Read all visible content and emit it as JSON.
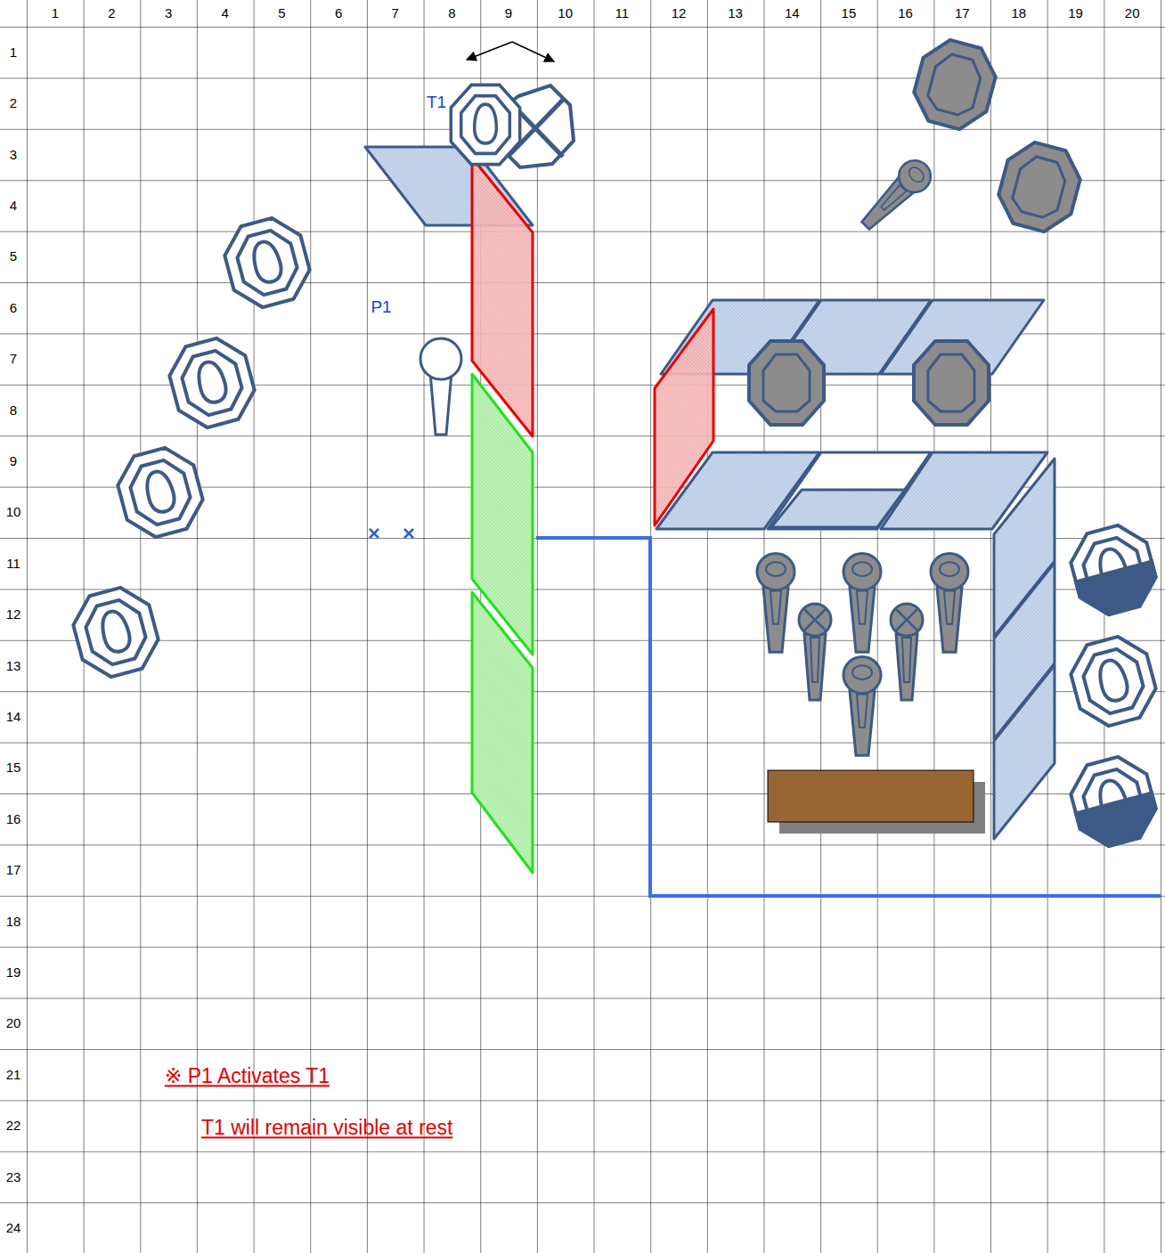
{
  "diagram": {
    "labels": [
      "1",
      "2",
      "3",
      "4",
      "5",
      "6",
      "7",
      "8",
      "9",
      "10",
      "11",
      "12",
      "13",
      "14",
      "15",
      "16",
      "17",
      "18",
      "19",
      "20",
      "1",
      "2",
      "3",
      "4",
      "5",
      "6",
      "7",
      "8",
      "9",
      "10",
      "11",
      "12",
      "13",
      "14",
      "15",
      "16",
      "17",
      "18",
      "19",
      "20",
      "21",
      "22",
      "23",
      "24",
      "T1",
      "P1",
      "※ P1 Activates T1",
      "T1 will remain visible at rest"
    ]
  }
}
